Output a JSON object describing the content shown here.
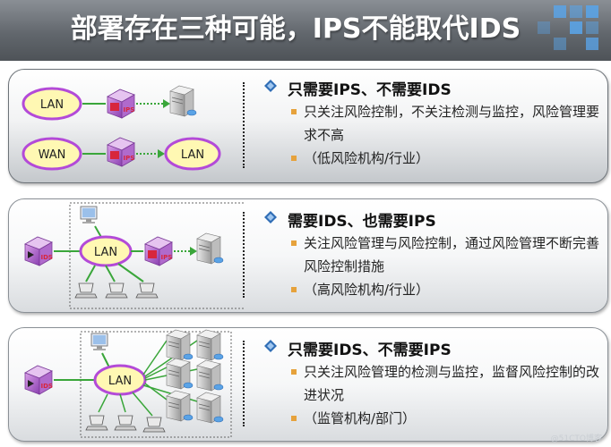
{
  "title": "部署存在三种可能，IPS不能取代IDS",
  "watermark": "@51CTO博客",
  "panels": [
    {
      "heading": "只需要IPS、不需要IDS",
      "bullets": [
        "只关注风险控制，不关注检测与监控，风险管理要求不高",
        "（低风险机构/行业）"
      ],
      "cloud_labels": [
        "LAN",
        "WAN",
        "LAN"
      ]
    },
    {
      "heading": "需要IDS、也需要IPS",
      "bullets": [
        "关注风险管理与风险控制，通过风险管理不断完善风险控制措施",
        "（高风险机构/行业）"
      ],
      "cloud_labels": [
        "LAN"
      ]
    },
    {
      "heading": "只需要IDS、不需要IPS",
      "bullets": [
        "只关注风险管理的检测与监控，监督风险控制的改进状况",
        "（监管机构/部门）"
      ],
      "cloud_labels": [
        "LAN"
      ]
    }
  ],
  "colors": {
    "title_bar": "#62676d",
    "accent_blue": "#5aa3e6",
    "bullet_orange": "#e6a23c",
    "diamond_blue": "#2f6db5",
    "cloud_fill": "#fff8b3",
    "cloud_stroke": "#b34ad8",
    "arrow_green": "#3aa63a"
  }
}
